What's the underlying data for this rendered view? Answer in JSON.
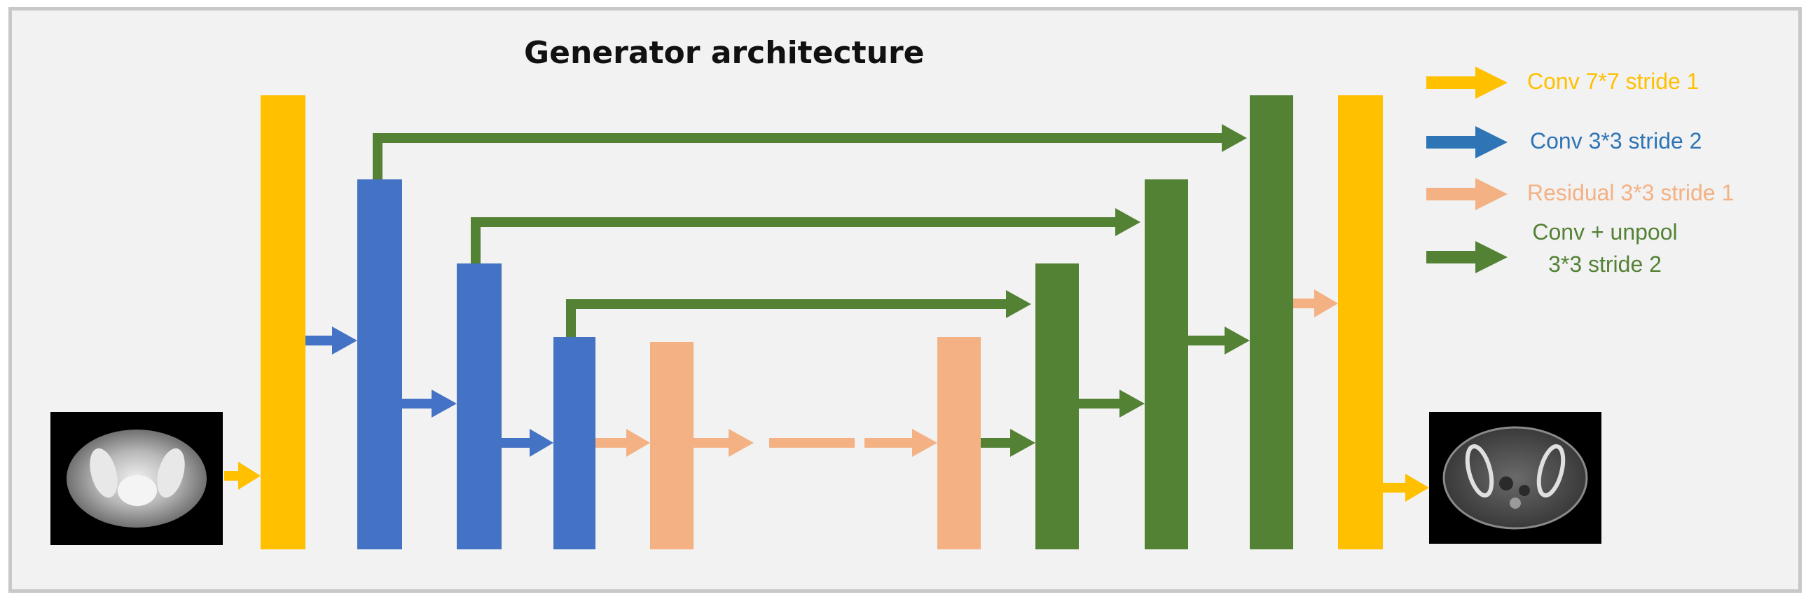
{
  "title": "Generator architecture",
  "colors": {
    "conv7": "#FFC000",
    "conv3": "#4472C4",
    "residual": "#F4B183",
    "unpool": "#548235",
    "legend_conv7_text": "#FFC000",
    "legend_conv3_text": "#2E75B6",
    "legend_residual_text": "#F4B183",
    "legend_unpool_text": "#548235"
  },
  "legend": {
    "conv7": "Conv 7*7 stride 1",
    "conv3": "Conv 3*3 stride 2",
    "residual": "Residual 3*3 stride 1",
    "unpool_line1": "Conv + unpool",
    "unpool_line2": "3*3 stride 2"
  },
  "icons": {
    "input": "mri-input-image",
    "output": "ct-output-image"
  }
}
